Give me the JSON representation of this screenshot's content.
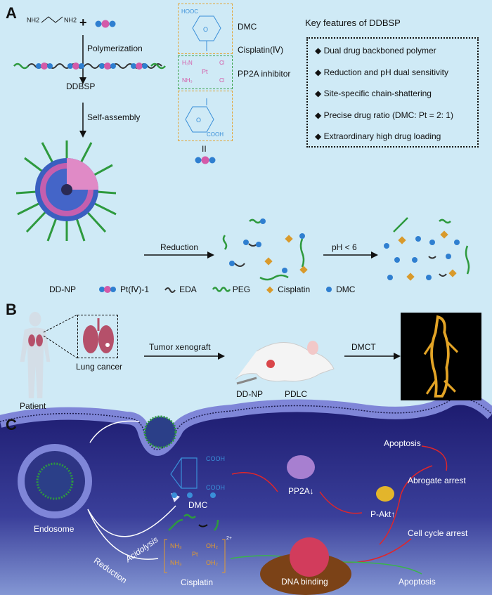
{
  "panels": {
    "a": "A",
    "b": "B",
    "c": "C"
  },
  "panel_a": {
    "eda_formula": {
      "left": "NH2",
      "right": "NH2"
    },
    "plus": "+",
    "polymerization": "Polymerization",
    "polymer_name": "DDBSP",
    "self_assembly": "Self-assembly",
    "nanoparticle": "DD-NP",
    "structure": {
      "dmc": {
        "label": "DMC",
        "group": "HOOC"
      },
      "cisplatin": {
        "label": "Cisplatin(Ⅳ)",
        "h3n": "H₃N",
        "nh3": "NH₃",
        "pt": "Pt",
        "cl1": "Cl",
        "cl2": "Cl"
      },
      "pp2a": {
        "label": "PP2A inhibitor",
        "group": "COOH"
      },
      "equals": "II"
    },
    "key_features": {
      "title": "Key features of DDBSP",
      "items": [
        "Dual drug backboned polymer",
        "Reduction and pH dual sensitivity",
        "Site-specific chain-shattering",
        "Precise drug ratio (DMC: Pt = 2: 1)",
        "Extraordinary high drug loading"
      ]
    },
    "reduction": "Reduction",
    "ph": "pH < 6",
    "legend": [
      {
        "label": "Pt(Ⅳ)-1",
        "icon": "pt-dimer-icon"
      },
      {
        "label": "EDA",
        "icon": "eda-squiggle-icon"
      },
      {
        "label": "PEG",
        "icon": "peg-wave-icon"
      },
      {
        "label": "Cisplatin",
        "icon": "cisplatin-icon"
      },
      {
        "label": "DMC",
        "icon": "dmc-sphere-icon"
      }
    ],
    "colors": {
      "background": "#cfeaf6",
      "peg": "#2e9a3e",
      "pt": "#d45aa8",
      "dmc": "#2f7fd0",
      "cisplatin": "#d99a2b"
    }
  },
  "panel_b": {
    "lung_cancer": "Lung cancer",
    "patient": "Patient",
    "tumor_xenograft": "Tumor xenograft",
    "dd_np": "DD-NP",
    "pdlc": "PDLC",
    "dmct": "DMCT"
  },
  "panel_c": {
    "endosome": "Endosome",
    "acidolysis": "Acidolysis",
    "reduction": "Reduction",
    "dmc": "DMC",
    "cooh1": "COOH",
    "cooh2": "COOH",
    "cisplatin": "Cisplatin",
    "cis_nh3a": "NH₃",
    "cis_nh3b": "NH₃",
    "cis_oh2a": "OH₂",
    "cis_oh2b": "OH₂",
    "cis_pt": "Pt",
    "cis_charge": "2+",
    "pp2a": "PP2A↓",
    "pakt": "P-Akt↑",
    "dna_binding": "DNA binding",
    "cell_cycle_arrest": "Cell cycle arrest",
    "abrogate_arrest": "Abrogate arrest",
    "apoptosis_top": "Apoptosis",
    "apoptosis_bottom": "Apoptosis",
    "colors": {
      "cytoplasm_top": "#1c1a6e",
      "cytoplasm_bottom": "#8497d4",
      "membrane": "#6c74c8",
      "red_path": "#e0262a",
      "green_path": "#39b54a"
    }
  }
}
